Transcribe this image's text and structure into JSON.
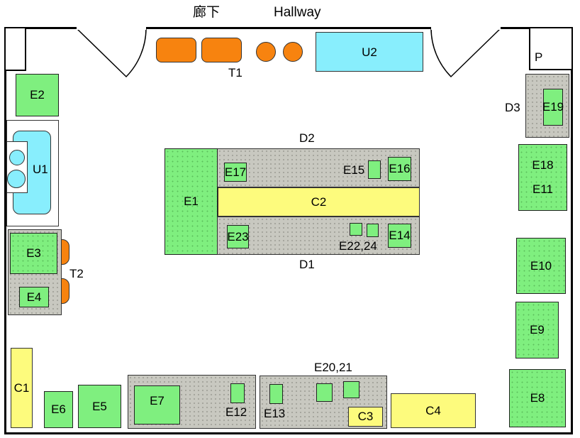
{
  "header": {
    "jp": "廊下",
    "en": "Hallway"
  },
  "labels": {
    "E1": "E1",
    "E2": "E2",
    "E3": "E3",
    "E4": "E4",
    "E5": "E5",
    "E6": "E6",
    "E7": "E7",
    "E8": "E8",
    "E9": "E9",
    "E10": "E10",
    "E11": "E11",
    "E12": "E12",
    "E13": "E13",
    "E14": "E14",
    "E15": "E15",
    "E16": "E16",
    "E17": "E17",
    "E18": "E18",
    "E19": "E19",
    "E20_21": "E20,21",
    "E22_24": "E22,24",
    "E23": "E23",
    "C1": "C1",
    "C2": "C2",
    "C3": "C3",
    "C4": "C4",
    "D1": "D1",
    "D2": "D2",
    "D3": "D3",
    "U1": "U1",
    "U2": "U2",
    "T1": "T1",
    "T2": "T2",
    "P": "P"
  },
  "colors": {
    "equipment": "#7fef7f",
    "table": "#c8c8c0",
    "cabinet": "#fdfb7d",
    "sink": "#88eefd",
    "chair": "#f7830f"
  }
}
